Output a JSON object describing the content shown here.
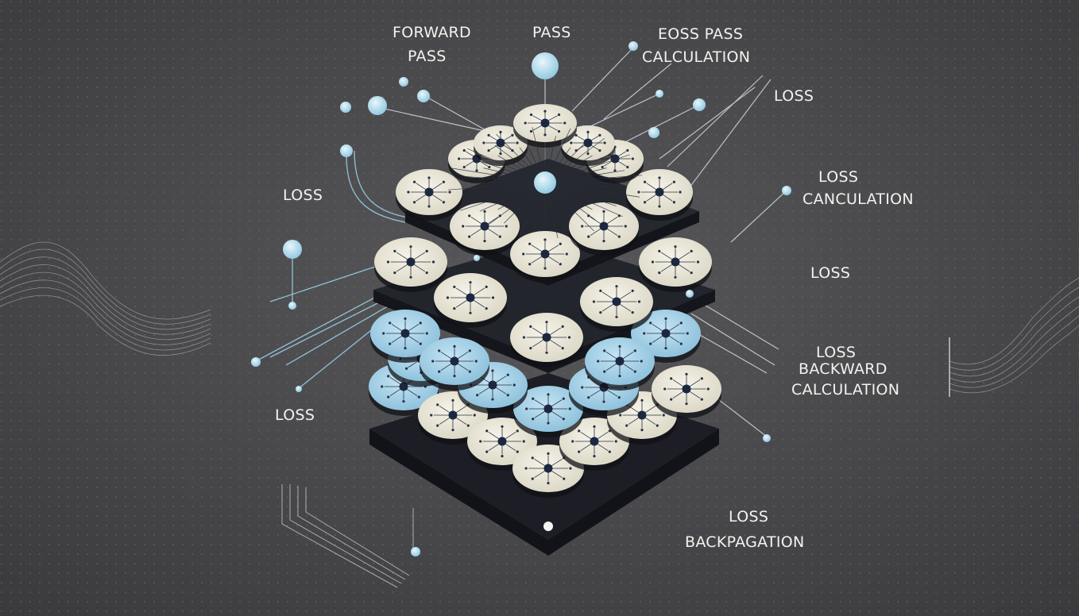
{
  "labels": {
    "forward_1": "FORWARD",
    "forward_2": "PASS",
    "pass_top": "PASS",
    "eoss_1": "EOSS PASS",
    "eoss_2": "CALCULATION",
    "loss_top_right": "LOSS",
    "loss_left_upper": "LOSS",
    "loss_calc_1": "LOSS",
    "loss_calc_2": "CANCULATION",
    "loss_right_mid": "LOSS",
    "loss_backward_1": "LOSS",
    "loss_backward_2": "BACKWARD",
    "loss_backward_3": "CALCULATION",
    "loss_left_lower": "LOSS",
    "loss_backprop_1": "LOSS",
    "loss_backprop_2": "BACKPAGATION"
  },
  "colors": {
    "background": "#4a4a4d",
    "disc_light": "#e9e6d8",
    "disc_blue": "#a9d3e8",
    "node_dark": "#1c2740",
    "accent_cyan": "#9fd6ef",
    "layer_dark": "#15161b"
  }
}
